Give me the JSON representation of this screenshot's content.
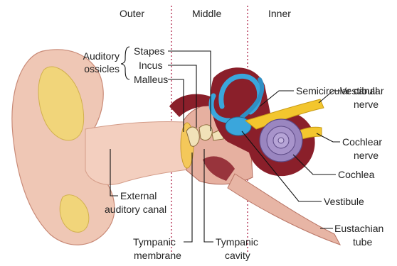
{
  "regions": {
    "outer": "Outer",
    "middle": "Middle",
    "inner": "Inner"
  },
  "labels": {
    "auditory_ossicles_line1": "Auditory",
    "auditory_ossicles_line2": "ossicles",
    "stapes": "Stapes",
    "incus": "Incus",
    "malleus": "Malleus",
    "semicircular_canal": "Semicircular canal",
    "vestibular_nerve_line1": "Vestibular",
    "vestibular_nerve_line2": "nerve",
    "cochlear_nerve_line1": "Cochlear",
    "cochlear_nerve_line2": "nerve",
    "cochlea": "Cochlea",
    "vestibule": "Vestibule",
    "eustachian_tube_line1": "Eustachian",
    "eustachian_tube_line2": "tube",
    "external_auditory_canal_line1": "External",
    "external_auditory_canal_line2": "auditory canal",
    "tympanic_membrane_line1": "Tympanic",
    "tympanic_membrane_line2": "membrane",
    "tympanic_cavity_line1": "Tympanic",
    "tympanic_cavity_line2": "cavity"
  },
  "colors": {
    "skin": "#efc7b5",
    "skin_dark": "#d89a86",
    "cartilage": "#f1d57a",
    "bone": "#8a1f2a",
    "canal_blue": "#3aa6dc",
    "cochlea_purple": "#9a86c0",
    "nerve_yellow": "#f3c62e",
    "divider": "#a8123a"
  }
}
